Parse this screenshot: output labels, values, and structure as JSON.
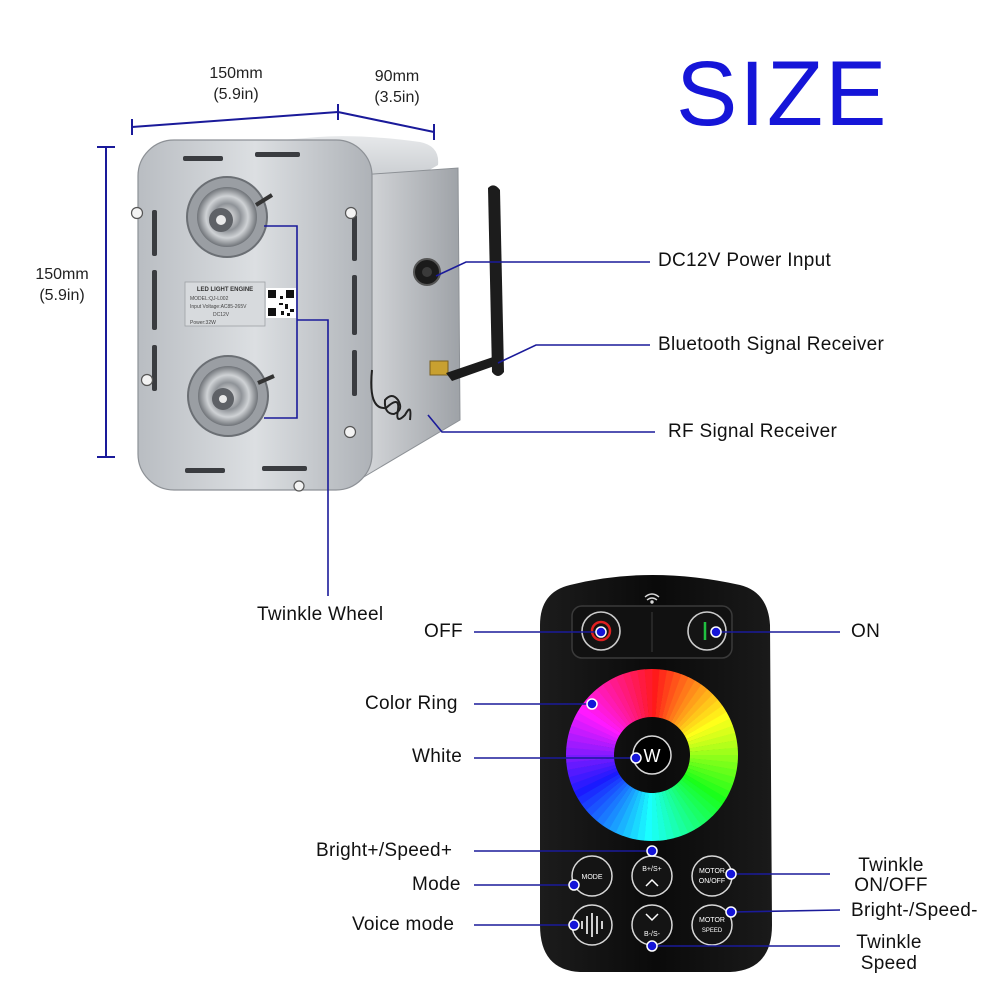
{
  "title": "SIZE",
  "dimensions": {
    "width": {
      "mm": "150mm",
      "inch": "(5.9in)"
    },
    "depth": {
      "mm": "90mm",
      "inch": "(3.5in)"
    },
    "height": {
      "mm": "150mm",
      "inch": "(5.9in)"
    }
  },
  "device_labels": {
    "power_input": "DC12V Power Input",
    "bluetooth": "Bluetooth Signal Receiver",
    "rf": "RF Signal Receiver",
    "twinkle_wheel": "Twinkle Wheel"
  },
  "device_print": {
    "title": "LED LIGHT ENGINE",
    "model": "MODEL:QJ-L002",
    "input_voltage": "Input Voltage:AC85-265V",
    "dc": "DC12V",
    "power": "Power:32W"
  },
  "remote_labels": {
    "off": "OFF",
    "on": "ON",
    "color_ring": "Color Ring",
    "white": "White",
    "bright_speed_plus": "Bright+/Speed+",
    "mode": "Mode",
    "voice_mode": "Voice mode",
    "twinkle_onoff_1": "Twinkle",
    "twinkle_onoff_2": "ON/OFF",
    "bright_speed_minus": "Bright-/Speed-",
    "twinkle_speed_1": "Twinkle",
    "twinkle_speed_2": "Speed"
  },
  "remote_buttons": {
    "white": "W",
    "mode": "MODE",
    "bs_plus": "B+/S+",
    "bs_minus": "B-/S-",
    "motor": "MOTOR",
    "onoff": "ON/OFF",
    "speed": "SPEED"
  },
  "colors": {
    "title": "#1515d8",
    "callout_line": "#1a1a9a",
    "callout_dot": "#1515d8",
    "remote_body": "#0d0d0d",
    "device_body": "#c9ccd0"
  }
}
